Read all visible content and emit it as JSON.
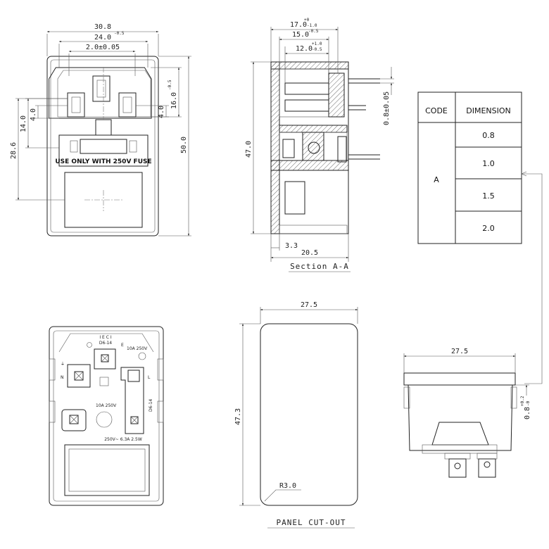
{
  "front_view": {
    "dims": {
      "width": "30.8",
      "inner_width": "24.0",
      "inner_width_tol": "-0.5",
      "pin_pitch": "2.0±0.05",
      "pin_depth": "4.0",
      "socket_height": "16.0",
      "socket_height_tol": "-0.5",
      "offset_14": "14.0",
      "offset_4": "4.0",
      "offset_286": "28.6",
      "height": "50.0"
    },
    "fuse_label": "USE ONLY WITH 250V FUSE"
  },
  "section_view": {
    "dims": {
      "d17": "17.0",
      "d17_tol_top": "+0",
      "d17_tol_bot": "-1.0",
      "d15": "15.0",
      "d15_tol": "-0.5",
      "d12": "12.0",
      "d12_tol_top": "+1.0",
      "d12_tol_bot": "-0.5",
      "height": "47.0",
      "thickness": "0.8±0.05",
      "d33": "3.3",
      "d205": "20.5"
    },
    "caption": "Section A-A"
  },
  "dimension_table": {
    "headers": [
      "CODE",
      "DIMENSION"
    ],
    "code": "A",
    "values": [
      "0.8",
      "1.0",
      "1.5",
      "2.0"
    ]
  },
  "rear_view": {
    "marks": {
      "iec": "I E C I",
      "d614": "D6-14",
      "e_label": "E",
      "rating_top": "10A  250V",
      "n_label": "N",
      "l_label": "L",
      "rating_mid": "10A    250V",
      "side": "D6-14",
      "fuse_rating": "250V~ 6.3A 2.5W"
    }
  },
  "panel_cutout": {
    "width": "27.5",
    "height": "47.3",
    "radius": "R3.0",
    "caption": "PANEL CUT-OUT"
  },
  "side_view": {
    "width": "27.5",
    "thickness": "0.8",
    "thickness_tol_top": "+0.2",
    "thickness_tol_bot": "-0"
  }
}
